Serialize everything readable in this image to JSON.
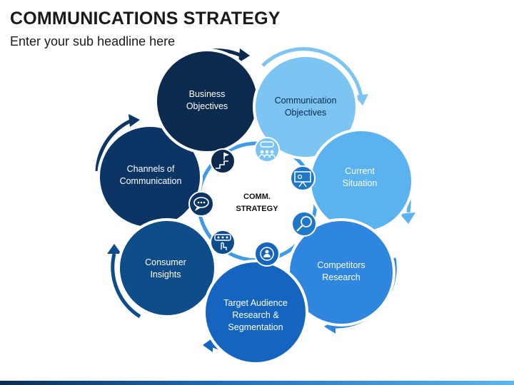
{
  "header": {
    "title": "COMMUNICATIONS STRATEGY",
    "subtitle": "Enter your sub headline here"
  },
  "center": {
    "label": "COMM.\nSTRATEGY"
  },
  "segments": [
    {
      "label": "Business\nObjectives",
      "color": "#0c2a4d",
      "text_color": "#ffffff",
      "icon": "flag-on-steps-icon"
    },
    {
      "label": "Communication\nObjectives",
      "color": "#7cc4f2",
      "text_color": "#0c2a4d",
      "icon": "team-chat-icon"
    },
    {
      "label": "Current\nSituation",
      "color": "#5ab2ef",
      "text_color": "#ffffff",
      "icon": "presentation-board-icon"
    },
    {
      "label": "Competitors\nResearch",
      "color": "#2e86de",
      "text_color": "#ffffff",
      "icon": "magnifier-icon"
    },
    {
      "label": "Target Audience\nResearch &\nSegmentation",
      "color": "#1565c0",
      "text_color": "#ffffff",
      "icon": "target-person-icon"
    },
    {
      "label": "Consumer\nInsights",
      "color": "#0f4c8a",
      "text_color": "#ffffff",
      "icon": "rating-hand-icon"
    },
    {
      "label": "Channels of\nCommunication",
      "color": "#0c3566",
      "text_color": "#ffffff",
      "icon": "speech-bubble-icon"
    }
  ]
}
